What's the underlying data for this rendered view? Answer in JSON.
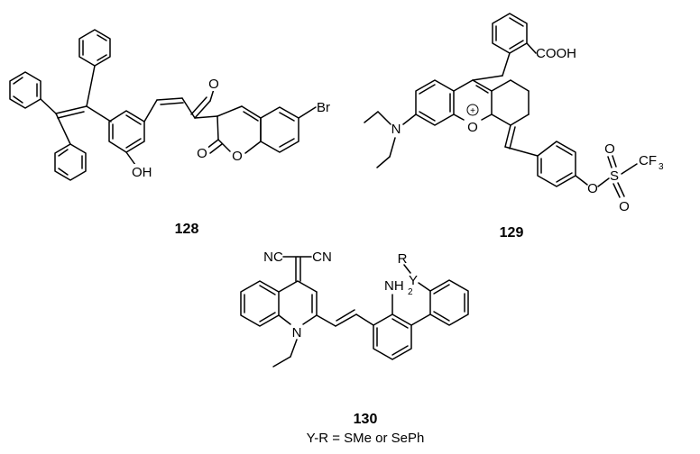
{
  "compounds": [
    {
      "id": "128",
      "atoms": {
        "oxo": "O",
        "hydroxyl": "OH",
        "ring_oxygen": "O",
        "lactone_oxo": "O",
        "bromo": "Br"
      }
    },
    {
      "id": "129",
      "atoms": {
        "acid": "COOH",
        "amine": "N",
        "oxonium": "O",
        "charge": "+",
        "ether_o": "O",
        "sulfur": "S",
        "so_top": "O",
        "so_bottom": "O",
        "cf3_main": "CF",
        "cf3_sub": "3"
      }
    },
    {
      "id": "130",
      "atoms": {
        "nitrile_left": "NC",
        "nitrile_right": "CN",
        "ring_n": "N",
        "amino_main": "NH",
        "amino_sub": "2",
        "r_group": "R",
        "y_group": "Y"
      },
      "caption": "Y-R = SMe or SePh"
    }
  ]
}
